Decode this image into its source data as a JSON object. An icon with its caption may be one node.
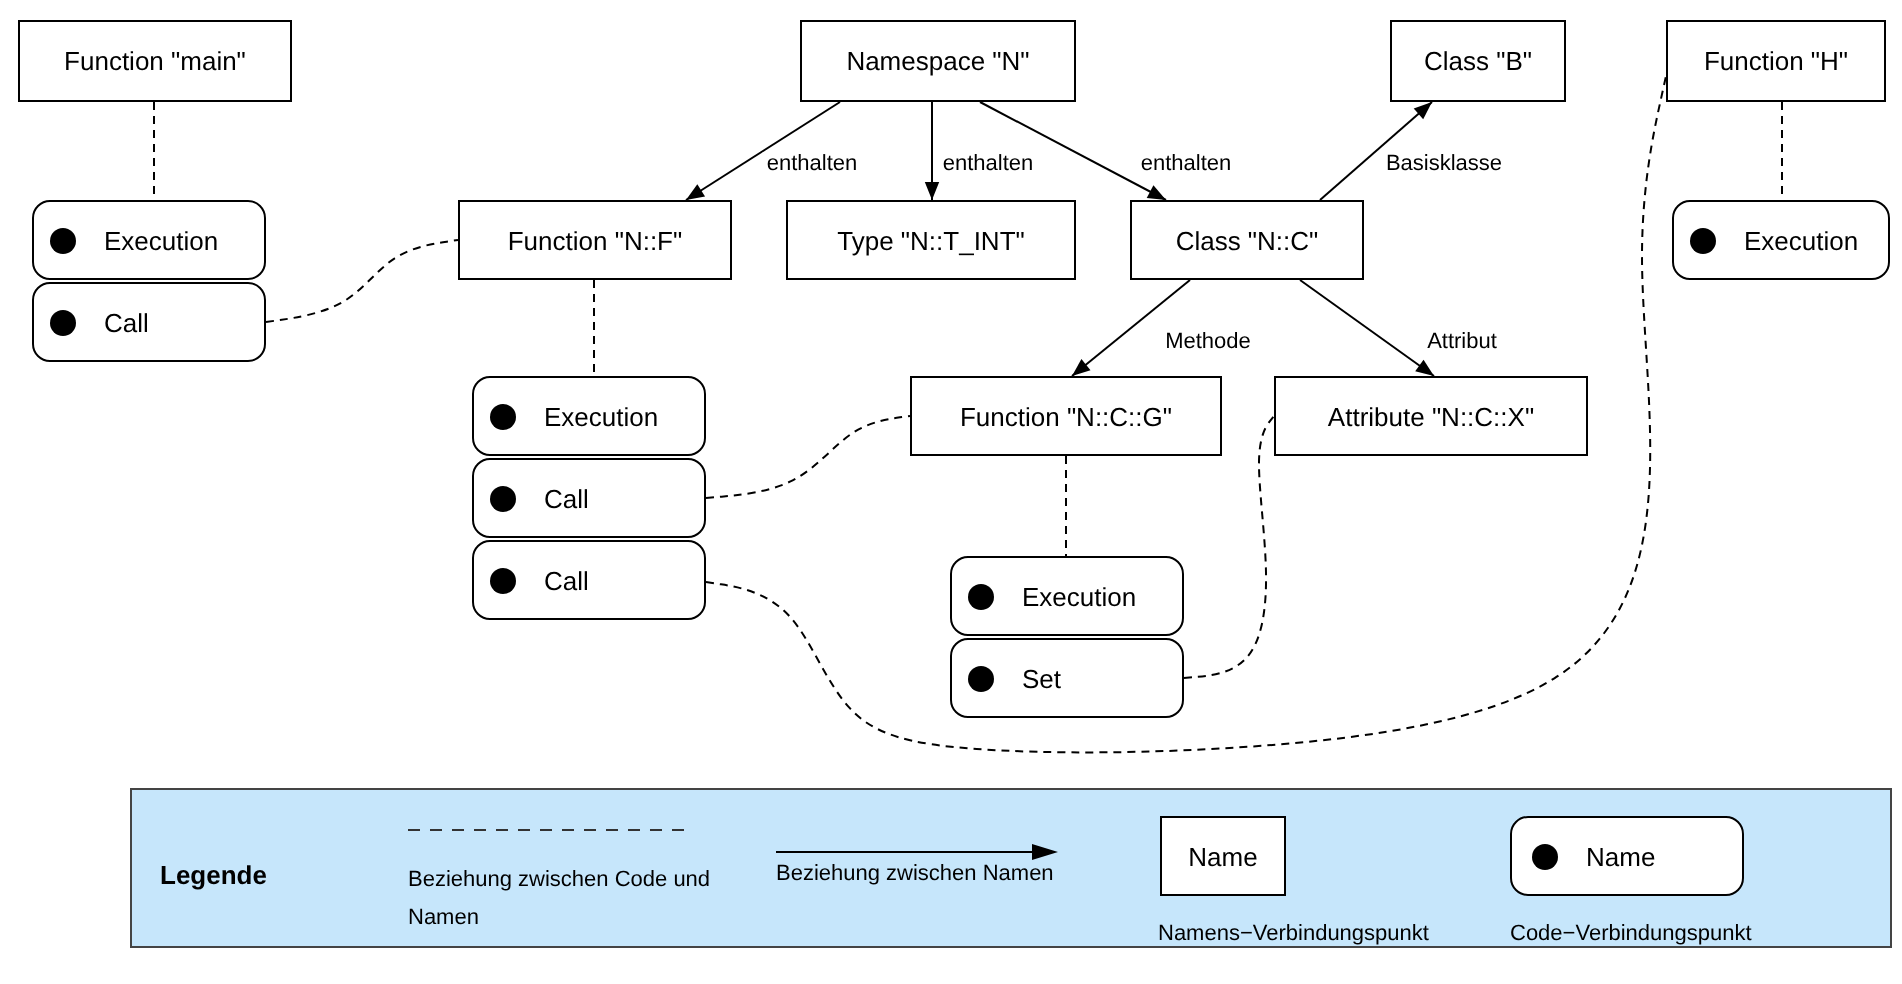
{
  "diagram": {
    "nodes": [
      {
        "text": [
          "Function \"main\""
        ]
      },
      {
        "text": [
          "Execution"
        ]
      },
      {
        "text": [
          "Call"
        ]
      },
      {
        "text": [
          "Namespace \"N\""
        ]
      },
      {
        "text": [
          "Class \"B\""
        ]
      },
      {
        "text": [
          "Function \"H\""
        ]
      },
      {
        "text": [
          "Function \"N::F\""
        ]
      },
      {
        "text": [
          "Type \"N::T_INT\""
        ]
      },
      {
        "text": [
          "Class \"N::C\""
        ]
      },
      {
        "text": [
          "Execution"
        ]
      },
      {
        "text": [
          "Execution"
        ]
      },
      {
        "text": [
          "Call"
        ]
      },
      {
        "text": [
          "Call"
        ]
      },
      {
        "text": [
          "Function \"N::C::G\""
        ]
      },
      {
        "text": [
          "Attribute \"N::C::X\""
        ]
      },
      {
        "text": [
          "Execution"
        ]
      },
      {
        "text": [
          "Set"
        ]
      }
    ],
    "edges": [
      {
        "from": 0,
        "to": 1,
        "arrow": "none",
        "style": "dashed"
      },
      {
        "from": 2,
        "to": 6,
        "arrow": "none",
        "style": "dashed"
      },
      {
        "from": 3,
        "to": 6,
        "arrow": "to",
        "label": "enthalten"
      },
      {
        "from": 3,
        "to": 7,
        "arrow": "to",
        "label": "enthalten"
      },
      {
        "from": 3,
        "to": 8,
        "arrow": "to",
        "label": "enthalten"
      },
      {
        "from": 8,
        "to": 4,
        "arrow": "to",
        "label": "Basisklasse"
      },
      {
        "from": 5,
        "to": 9,
        "arrow": "none",
        "style": "dashed"
      },
      {
        "from": 6,
        "to": 10,
        "arrow": "none",
        "style": "dashed"
      },
      {
        "from": 8,
        "to": 13,
        "arrow": "to",
        "label": "Methode"
      },
      {
        "from": 8,
        "to": 14,
        "arrow": "to",
        "label": "Attribut"
      },
      {
        "from": 11,
        "to": 13,
        "arrow": "none",
        "style": "dashed"
      },
      {
        "from": 12,
        "to": 5,
        "arrow": "none",
        "style": "dashed"
      },
      {
        "from": 13,
        "to": 15,
        "arrow": "none",
        "style": "dashed"
      },
      {
        "from": 16,
        "to": 14,
        "arrow": "none",
        "style": "dashed"
      }
    ],
    "labels": [
      "Legende",
      "Name",
      "Name"
    ],
    "legend": [
      {
        "text": "Beziehung zwischen Code und Namen"
      },
      {
        "text": "Beziehung zwischen Namen"
      },
      {
        "text": "Namens−Verbindungspunkt"
      },
      {
        "text": "Code−Verbindungspunkt"
      }
    ]
  }
}
